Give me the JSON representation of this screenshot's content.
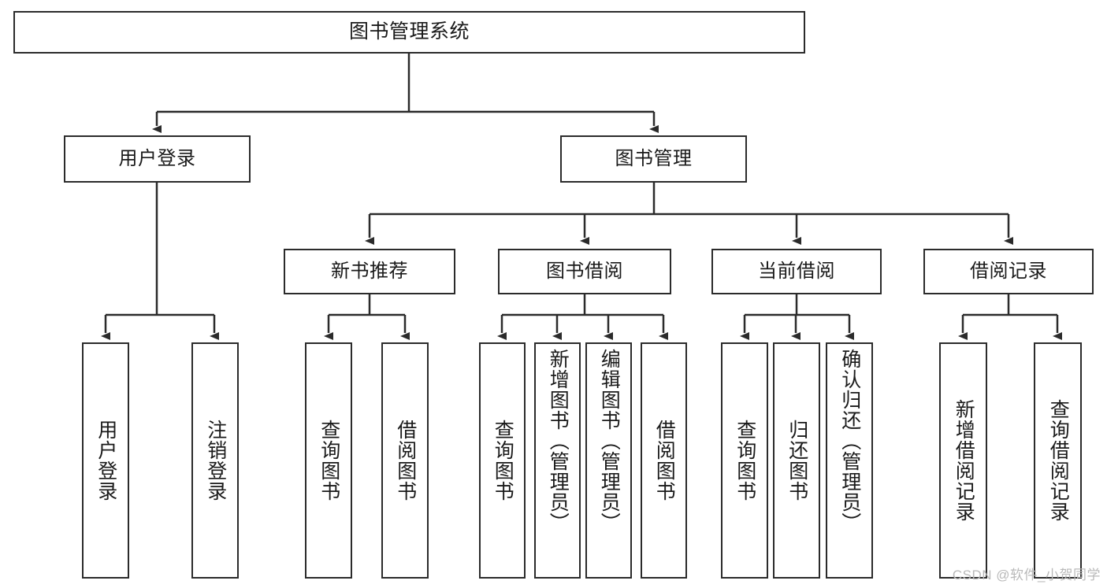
{
  "diagram": {
    "type": "tree-hierarchy",
    "title": "图书管理系统",
    "watermark": "CSDN @软件_小贺同学",
    "colors": {
      "box_border": "#2b2b2b",
      "box_fill": "#ffffff",
      "edge": "#2b2b2b",
      "text": "#1a1a1a",
      "watermark": "#b9b9b9"
    },
    "levels": {
      "level1": [
        {
          "id": "root",
          "label": "图书管理系统"
        }
      ],
      "level2": [
        {
          "id": "user-login",
          "label": "用户登录"
        },
        {
          "id": "book-management",
          "label": "图书管理"
        }
      ],
      "level3": [
        {
          "id": "new-book-recommend",
          "label": "新书推荐"
        },
        {
          "id": "book-borrow",
          "label": "图书借阅"
        },
        {
          "id": "current-borrow",
          "label": "当前借阅"
        },
        {
          "id": "borrow-record",
          "label": "借阅记录"
        }
      ],
      "level4": [
        {
          "id": "leaf-user-login",
          "label": "用户登录",
          "parent": "user-login"
        },
        {
          "id": "leaf-logout-login",
          "label": "注销登录",
          "parent": "user-login"
        },
        {
          "id": "leaf-query-book-1",
          "label": "查询图书",
          "parent": "new-book-recommend"
        },
        {
          "id": "leaf-borrow-book-1",
          "label": "借阅图书",
          "parent": "new-book-recommend"
        },
        {
          "id": "leaf-query-book-2",
          "label": "查询图书",
          "parent": "book-borrow"
        },
        {
          "id": "leaf-add-book",
          "label": "新增图书（管理员）",
          "parent": "book-borrow"
        },
        {
          "id": "leaf-edit-book",
          "label": "编辑图书（管理员）",
          "parent": "book-borrow"
        },
        {
          "id": "leaf-borrow-book-2",
          "label": "借阅图书",
          "parent": "book-borrow"
        },
        {
          "id": "leaf-query-book-3",
          "label": "查询图书",
          "parent": "current-borrow"
        },
        {
          "id": "leaf-return-book",
          "label": "归还图书",
          "parent": "current-borrow"
        },
        {
          "id": "leaf-confirm-return",
          "label": "确认归还（管理员）",
          "parent": "current-borrow"
        },
        {
          "id": "leaf-add-record",
          "label": "新增借阅记录",
          "parent": "borrow-record"
        },
        {
          "id": "leaf-query-record",
          "label": "查询借阅记录",
          "parent": "borrow-record"
        }
      ]
    }
  }
}
